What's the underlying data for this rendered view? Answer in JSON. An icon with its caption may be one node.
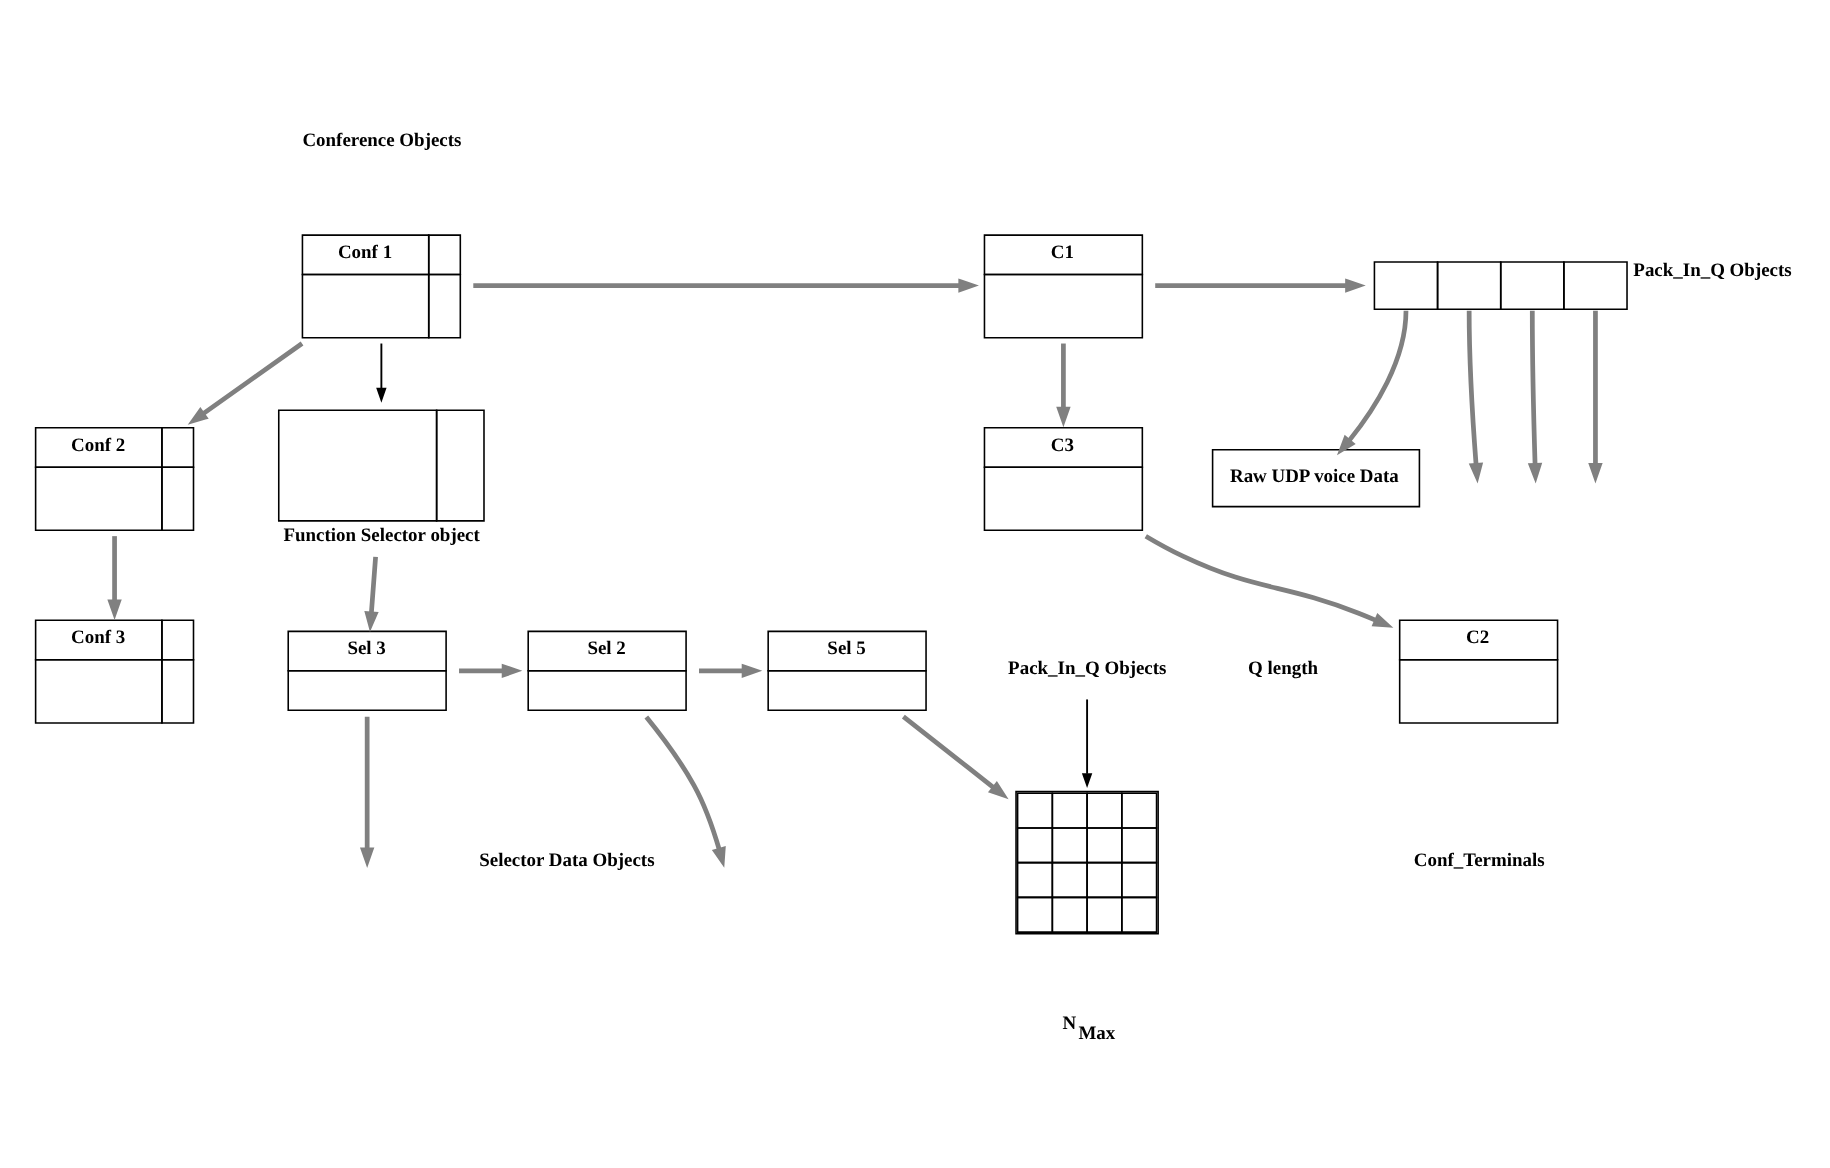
{
  "diagram": {
    "nodes": [
      {
        "text": [
          "Conf 1"
        ]
      },
      {
        "text": [
          "Conf 2"
        ]
      },
      {
        "text": [
          "Conf 3"
        ]
      },
      {
        "text": [
          "C1"
        ]
      },
      {
        "text": [
          "C3"
        ]
      },
      {
        "text": [
          "C2"
        ]
      },
      {
        "text": [
          "Pack_In_Q Objects"
        ]
      },
      {
        "text": [
          "Raw UDP voice Data"
        ]
      },
      {
        "text": [
          "Function Selector object"
        ]
      },
      {
        "text": [
          "Sel 3"
        ]
      },
      {
        "text": [
          "Sel 2"
        ]
      },
      {
        "text": [
          "Sel 5"
        ]
      },
      {
        "text": [
          "Pack_In_Q Objects"
        ]
      },
      {
        "text": [],
        "shape": "box"
      }
    ],
    "edges": [
      {
        "from": 0,
        "to": 3,
        "arrow": "to"
      },
      {
        "from": 0,
        "to": 1,
        "arrow": "to"
      },
      {
        "from": 1,
        "to": 2,
        "arrow": "to"
      },
      {
        "from": 3,
        "to": 6,
        "arrow": "to"
      },
      {
        "from": 3,
        "to": 4,
        "arrow": "to"
      },
      {
        "from": 4,
        "to": 5,
        "arrow": "to"
      },
      {
        "from": 6,
        "to": 7,
        "arrow": "to"
      },
      {
        "from": 6,
        "to": null,
        "arrow": "to"
      },
      {
        "from": 6,
        "to": null,
        "arrow": "to"
      },
      {
        "from": 6,
        "to": null,
        "arrow": "to"
      },
      {
        "from": 0,
        "to": 8,
        "arrow": "to",
        "color": "#000000"
      },
      {
        "from": 8,
        "to": 9,
        "arrow": "to"
      },
      {
        "from": 9,
        "to": 10,
        "arrow": "to"
      },
      {
        "from": 10,
        "to": 11,
        "arrow": "to"
      },
      {
        "from": 9,
        "to": null,
        "arrow": "to"
      },
      {
        "from": 10,
        "to": null,
        "arrow": "to"
      },
      {
        "from": 11,
        "to": 13,
        "arrow": "to"
      },
      {
        "from": 12,
        "to": 13,
        "arrow": "to",
        "color": "#000000"
      }
    ],
    "labels": [
      "Conference Objects",
      "Conf_Terminals",
      "Q length",
      "N$_{Max}$",
      "Selector Data Objects"
    ]
  }
}
